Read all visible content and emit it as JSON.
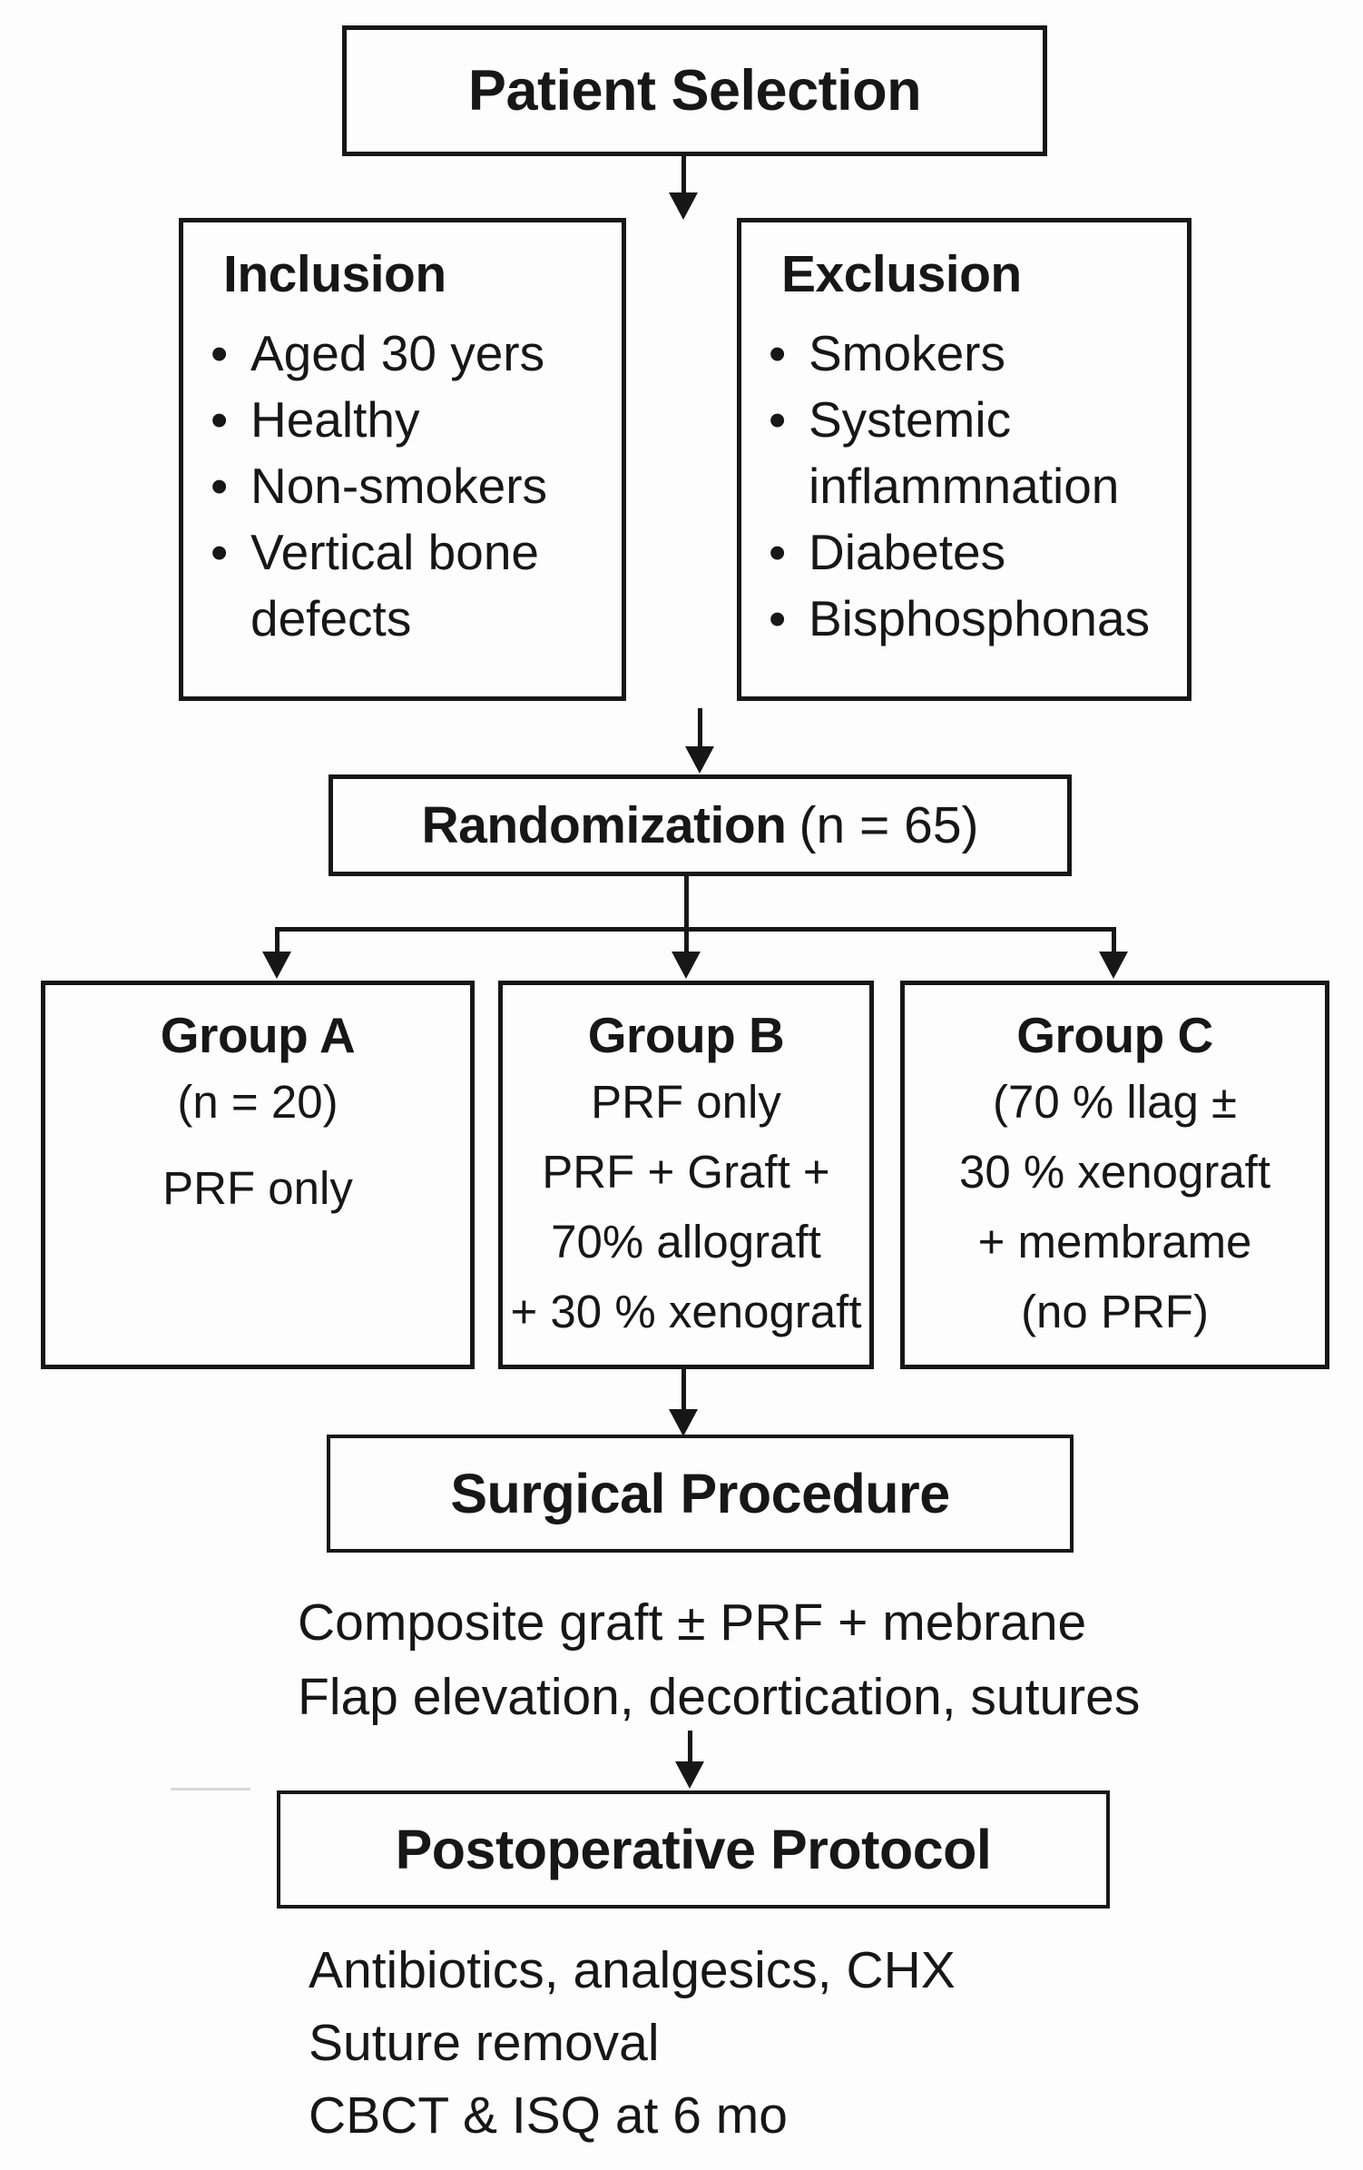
{
  "colors": {
    "ink": "#171717",
    "background": "#fdfdfd"
  },
  "glyphs": {
    "bullet": "•"
  },
  "flowchart": {
    "patient_selection": {
      "title": "Patient Selection"
    },
    "inclusion": {
      "title": "Inclusion",
      "items": [
        "Aged 30 yers",
        "Healthy",
        "Non-smokers",
        "Vertical bone defects"
      ]
    },
    "exclusion": {
      "title": "Exclusion",
      "items": [
        "Smokers",
        "Systemic inflammnation",
        "Diabetes",
        "Bisphosphonas"
      ]
    },
    "randomization": {
      "label": "Randomization",
      "count": "(n = 65)"
    },
    "group_a": {
      "title": "Group A",
      "size": "(n = 20)",
      "treatment": "PRF only"
    },
    "group_b": {
      "title": "Group B",
      "lines": [
        "PRF only",
        "PRF + Graft +",
        "70% allograft",
        "+ 30 % xenograft"
      ]
    },
    "group_c": {
      "title": "Group C",
      "lines": [
        "(70 % llag ±",
        "30 % xenograft",
        "+ membrame",
        "(no PRF)"
      ]
    },
    "surgical_procedure": {
      "title": "Surgical Procedure",
      "details": [
        "Composite graft ± PRF + mebrane",
        "Flap elevation, decortication, sutures"
      ]
    },
    "postoperative_protocol": {
      "title": "Postoperative Protocol",
      "details": [
        "Antibiotics, analgesics, CHX",
        "Suture removal",
        "CBCT & ISQ at 6 mo"
      ]
    }
  }
}
